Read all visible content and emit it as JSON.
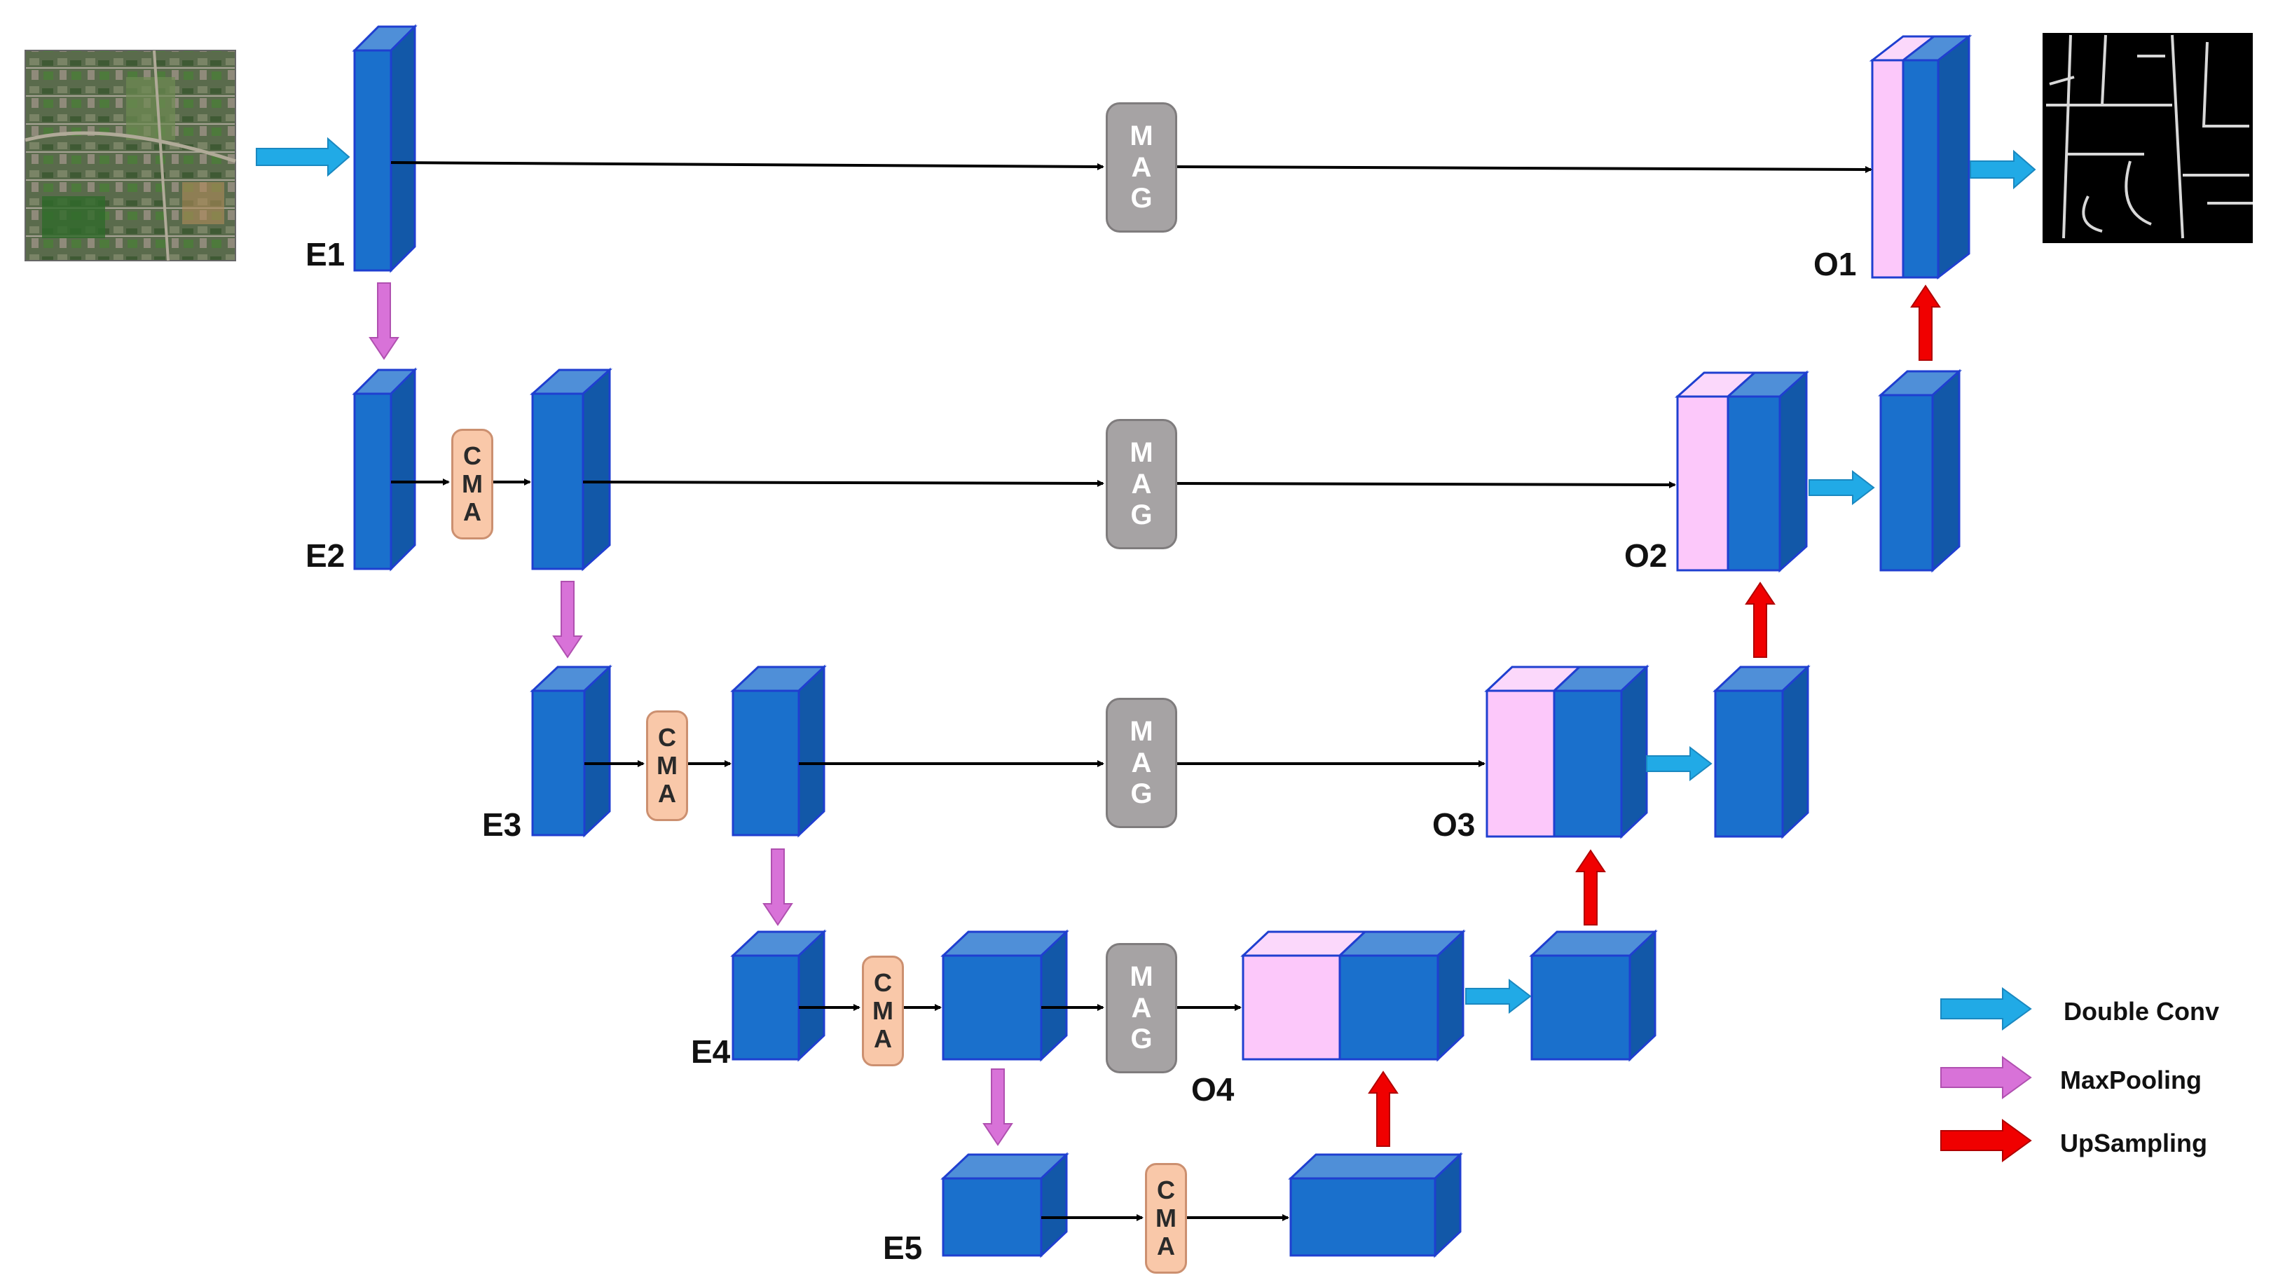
{
  "encoder_labels": {
    "e1": "E1",
    "e2": "E2",
    "e3": "E3",
    "e4": "E4",
    "e5": "E5"
  },
  "decoder_labels": {
    "o1": "O1",
    "o2": "O2",
    "o3": "O3",
    "o4": "O4"
  },
  "mag_letters": [
    "M",
    "A",
    "G"
  ],
  "cma_letters": [
    "C",
    "M",
    "A"
  ],
  "legend": {
    "double_conv": "Double Conv",
    "maxpooling": "MaxPooling",
    "upsampling": "UpSampling"
  },
  "colors": {
    "block_front": "#1a70cc",
    "block_top": "#4f8fd8",
    "block_side": "#1258a8",
    "block_edge": "#1f3fd0",
    "concat_front": "#fcc8fa",
    "concat_top": "#fbd8fb",
    "mag_fill": "#a6a3a4",
    "cma_fill": "#f9c8a9",
    "double_conv_arrow": "#21aae6",
    "maxpooling_arrow": "#d872d8",
    "upsampling_arrow": "#f00000",
    "skip_arrow": "#000000"
  }
}
